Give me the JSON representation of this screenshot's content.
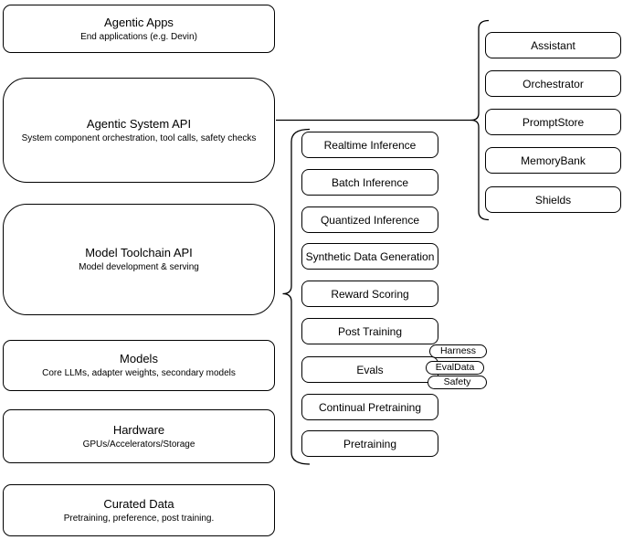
{
  "left_stack": [
    {
      "title": "Agentic Apps",
      "subtitle": "End applications (e.g. Devin)"
    },
    {
      "title": "Agentic System API",
      "subtitle": "System component orchestration, tool calls, safety checks"
    },
    {
      "title": "Model Toolchain API",
      "subtitle": "Model development & serving"
    },
    {
      "title": "Models",
      "subtitle": "Core LLMs, adapter weights, secondary models"
    },
    {
      "title": "Hardware",
      "subtitle": "GPUs/Accelerators/Storage"
    },
    {
      "title": "Curated Data",
      "subtitle": "Pretraining, preference, post training."
    }
  ],
  "toolchain": {
    "items": [
      "Realtime Inference",
      "Batch Inference",
      "Quantized Inference",
      "Synthetic Data Generation",
      "Reward Scoring",
      "Post Training",
      "Evals",
      "Continual Pretraining",
      "Pretraining"
    ]
  },
  "eval_tags": [
    "Harness",
    "EvalData",
    "Safety"
  ],
  "system_components": [
    "Assistant",
    "Orchestrator",
    "PromptStore",
    "MemoryBank",
    "Shields"
  ],
  "colors": {
    "stroke": "#000000",
    "canvas": "#ffffff",
    "text": "#000000"
  }
}
